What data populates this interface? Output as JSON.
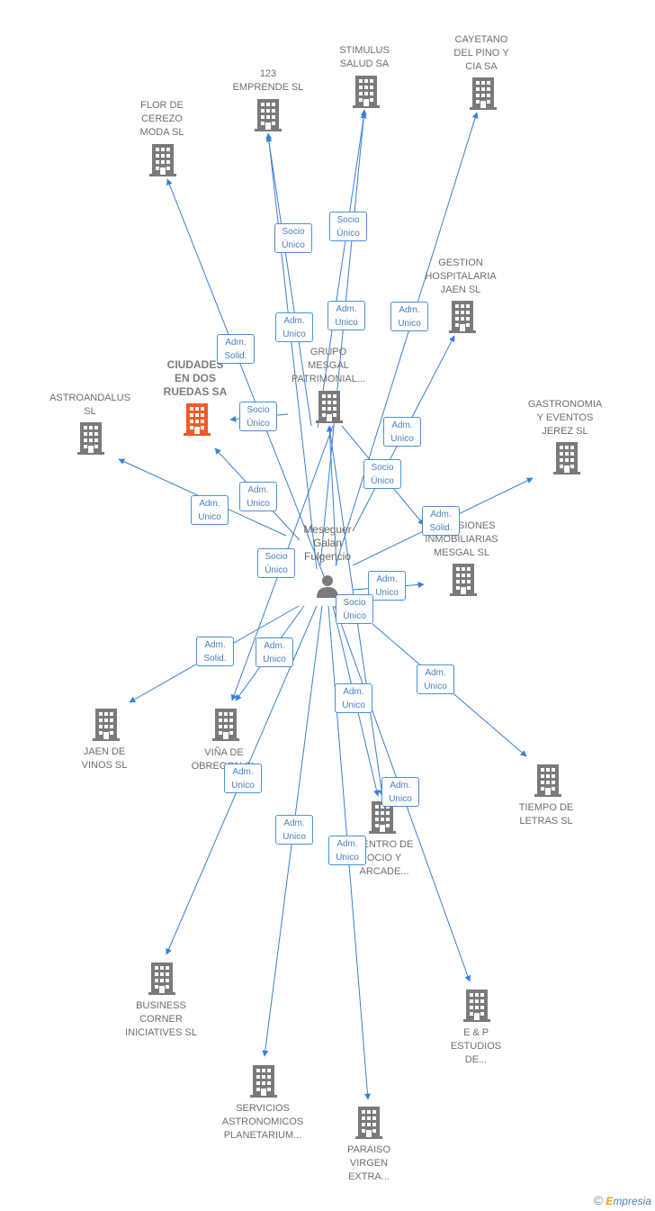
{
  "person": {
    "label": "Meseguer\nGalan\nFulgencio"
  },
  "companies": [
    {
      "id": "flor",
      "label": "FLOR DE\nCEREZO\nMODA  SL"
    },
    {
      "id": "emprende",
      "label": "123\nEMPRENDE  SL"
    },
    {
      "id": "stimulus",
      "label": "STIMULUS\nSALUD SA"
    },
    {
      "id": "cayetano",
      "label": "CAYETANO\nDEL PINO Y\nCIA SA"
    },
    {
      "id": "gestion",
      "label": "GESTION\nHOSPITALARIA\nJAEN  SL"
    },
    {
      "id": "gastronomia",
      "label": "GASTRONOMIA\nY EVENTOS\nJEREZ  SL"
    },
    {
      "id": "grupo",
      "label": "GRUPO\nMESGAL\nPATRIMONIAL..."
    },
    {
      "id": "ciudades",
      "label": "CIUDADES\nEN DOS\nRUEDAS SA",
      "highlight": true
    },
    {
      "id": "astroandalus",
      "label": "ASTROANDALUS\nSL"
    },
    {
      "id": "inversiones",
      "label": "INVERSIONES\nINMOBILIARIAS\nMESGAL  SL"
    },
    {
      "id": "jaen",
      "label": "JAEN DE\nVINOS  SL"
    },
    {
      "id": "vina",
      "label": "VIÑA DE\nOBREGON SL"
    },
    {
      "id": "tiempo",
      "label": "TIEMPO DE\nLETRAS  SL"
    },
    {
      "id": "centro",
      "label": "CENTRO DE\nOCIO Y\nARCADE..."
    },
    {
      "id": "business",
      "label": "BUSINESS\nCORNER\nINICIATIVES SL"
    },
    {
      "id": "ep",
      "label": "E & P\nESTUDIOS\nDE..."
    },
    {
      "id": "servicios",
      "label": "SERVICIOS\nASTRONOMICOS\nPLANETARIUM..."
    },
    {
      "id": "paraiso",
      "label": "PARAISO\nVIRGEN\nEXTRA..."
    }
  ],
  "badges": [
    "Socio\nÚnico",
    "Socio\nÚnico",
    "Adm.\nUnico",
    "Adm.\nUnico",
    "Adm.\nSolid.",
    "Adm.\nUnico",
    "Socio\nÚnico",
    "Adm.\nUnico",
    "Socio\nÚnico",
    "Adm.\nUnico",
    "Adm.\nUnico",
    "Adm.\nSolid.",
    "Socio\nÚnico",
    "Adm.\nUnico",
    "Socio\nÚnico",
    "Adm.\nSolid.",
    "Adm.\nUnico",
    "Adm.\nUnico",
    "Adm.\nUnico",
    "Adm.\nUnico",
    "Adm.\nUnico",
    "Adm.\nUnico",
    "Adm.\nUnico"
  ],
  "colors": {
    "edge": "#3a7fd5",
    "building": "#7a7a7a",
    "building_highlight": "#f05a28",
    "person": "#7a7a7a"
  },
  "footer": {
    "copyright": "©",
    "brand_initial": "E",
    "brand": "mpresia"
  }
}
